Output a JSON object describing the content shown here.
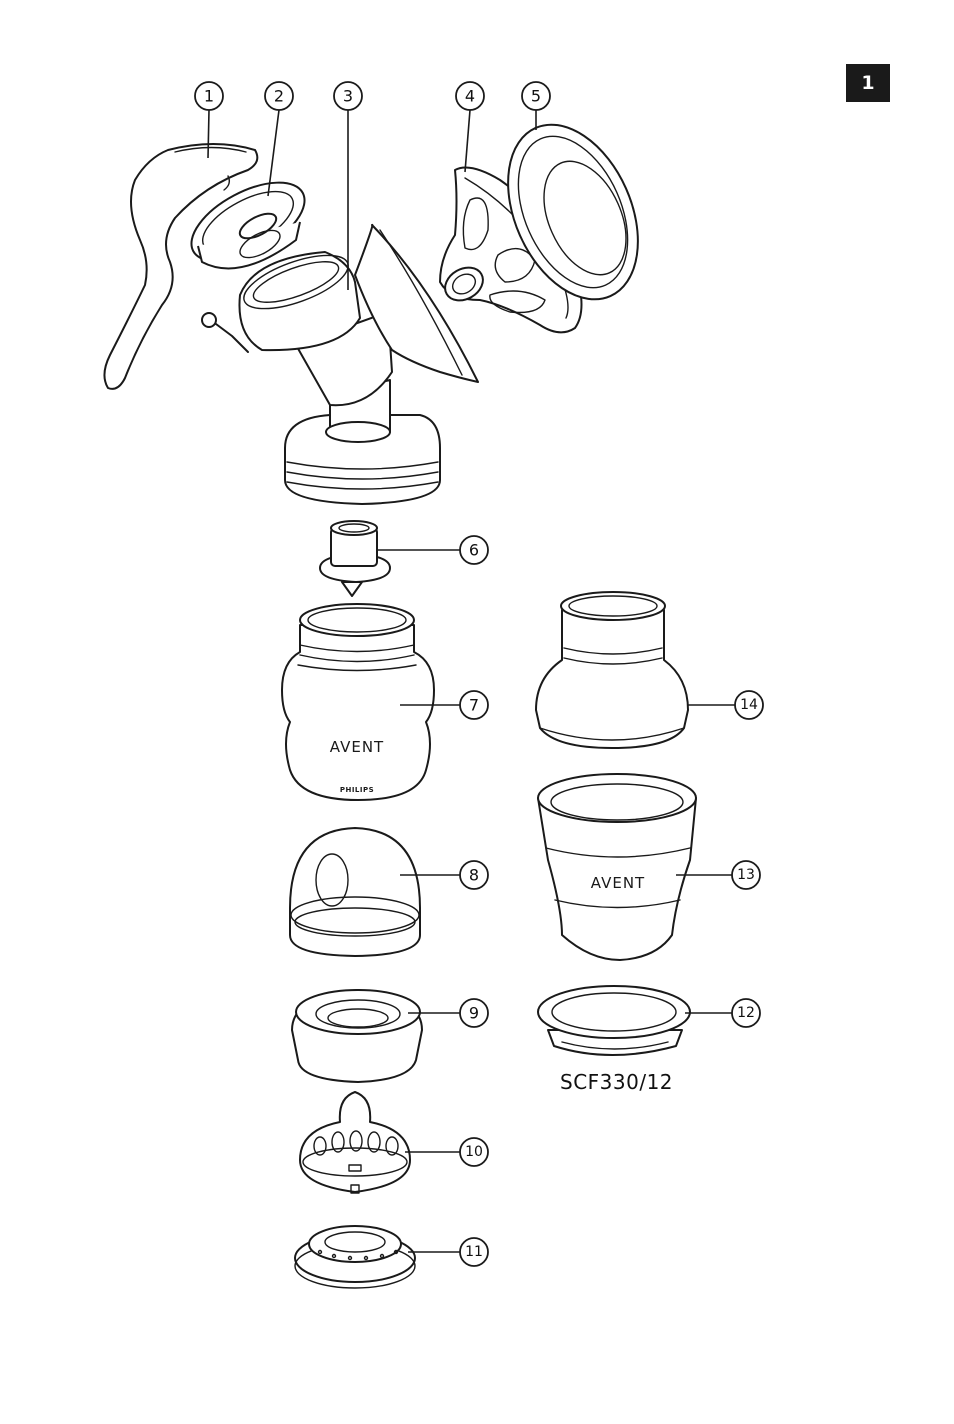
{
  "page_number": "1",
  "model_code": "SCF330/12",
  "bottle_brand": "AVENT",
  "bottle_maker": "PHILIPS",
  "container_brand": "AVENT",
  "callouts": [
    "1",
    "2",
    "3",
    "4",
    "5",
    "6",
    "7",
    "8",
    "9",
    "10",
    "11",
    "12",
    "13",
    "14"
  ],
  "line_color": "#1a1a1a",
  "badge_color": "#1a1a1a"
}
